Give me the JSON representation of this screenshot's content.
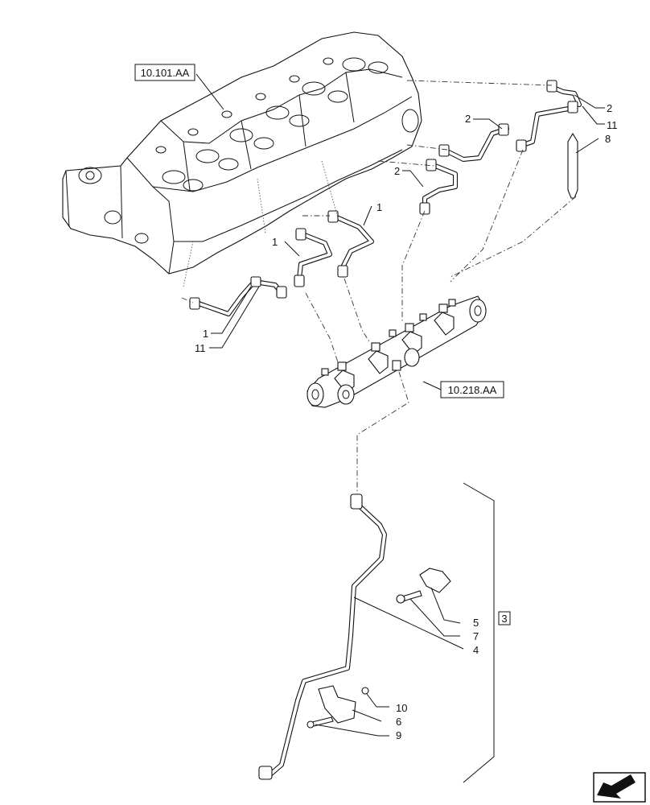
{
  "refs": {
    "head": "10.101.AA",
    "rail": "10.218.AA",
    "group": "3"
  },
  "callouts": [
    {
      "id": "c1a",
      "text": "2"
    },
    {
      "id": "c1b",
      "text": "11"
    },
    {
      "id": "c2",
      "text": "8"
    },
    {
      "id": "c3",
      "text": "2"
    },
    {
      "id": "c4",
      "text": "2"
    },
    {
      "id": "c5",
      "text": "1"
    },
    {
      "id": "c6",
      "text": "1"
    },
    {
      "id": "c7",
      "text": "1"
    },
    {
      "id": "c8",
      "text": "11"
    },
    {
      "id": "c9",
      "text": "5"
    },
    {
      "id": "c10",
      "text": "7"
    },
    {
      "id": "c11",
      "text": "4"
    },
    {
      "id": "c12",
      "text": "10"
    },
    {
      "id": "c13",
      "text": "6"
    },
    {
      "id": "c14",
      "text": "9"
    }
  ],
  "icons": {
    "nav": "arrow-prev-icon"
  }
}
